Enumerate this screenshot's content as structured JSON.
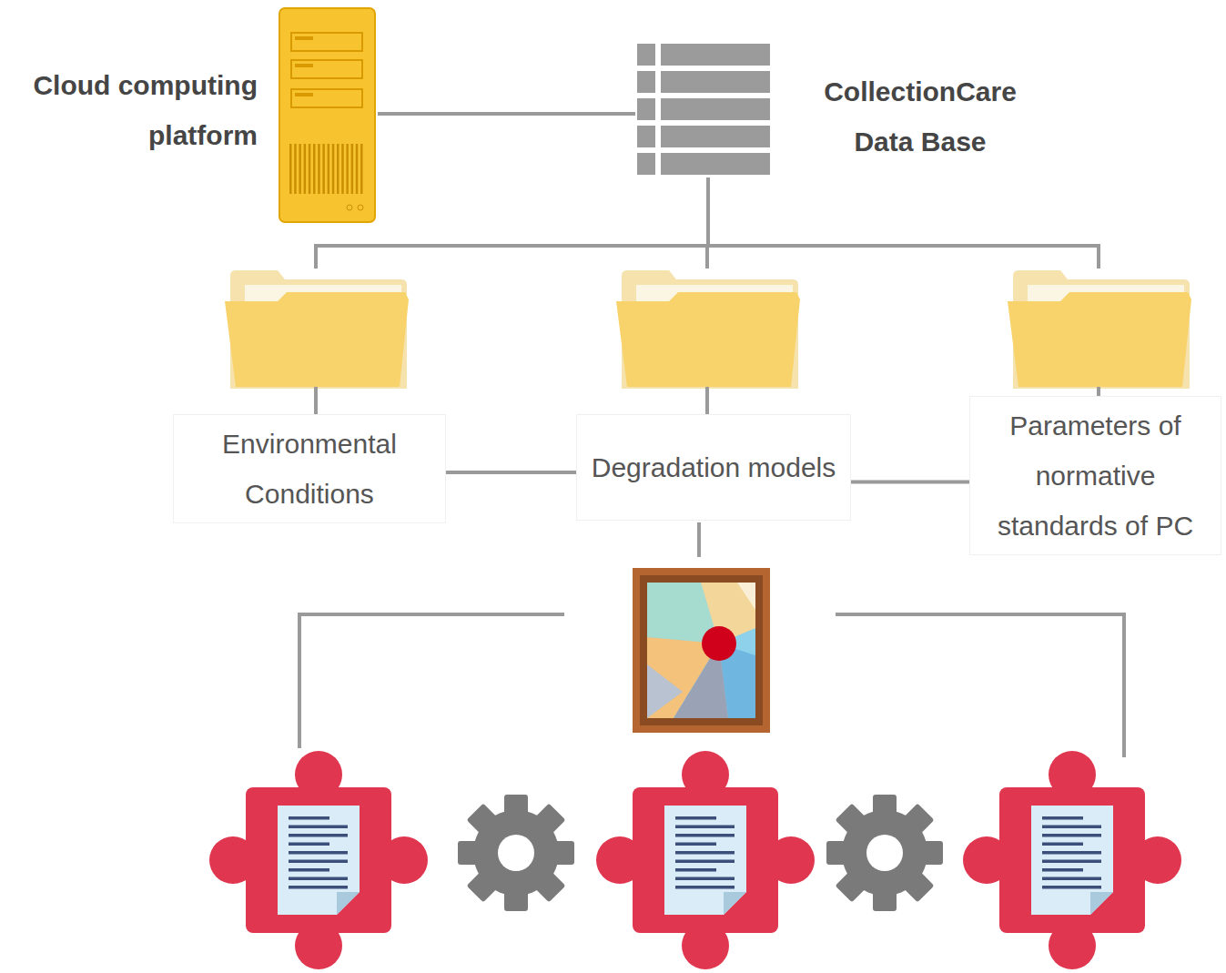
{
  "diagram": {
    "nodes": [
      {
        "text": [
          "Cloud computing platform"
        ]
      },
      {
        "text": [
          "CollectionCare Data Base"
        ]
      },
      {
        "text": [
          "Environmental Conditions"
        ]
      },
      {
        "text": [
          "Degradation models"
        ]
      },
      {
        "text": [
          "Parameters of normative standards of PC"
        ]
      }
    ],
    "edges": [
      {
        "from": 0,
        "to": 1,
        "arrow": "none"
      },
      {
        "from": 1,
        "to": 2,
        "arrow": "none"
      },
      {
        "from": 1,
        "to": 3,
        "arrow": "none"
      },
      {
        "from": 1,
        "to": 4,
        "arrow": "none"
      },
      {
        "from": 2,
        "to": 3,
        "arrow": "none"
      },
      {
        "from": 3,
        "to": 4,
        "arrow": "none"
      }
    ]
  }
}
